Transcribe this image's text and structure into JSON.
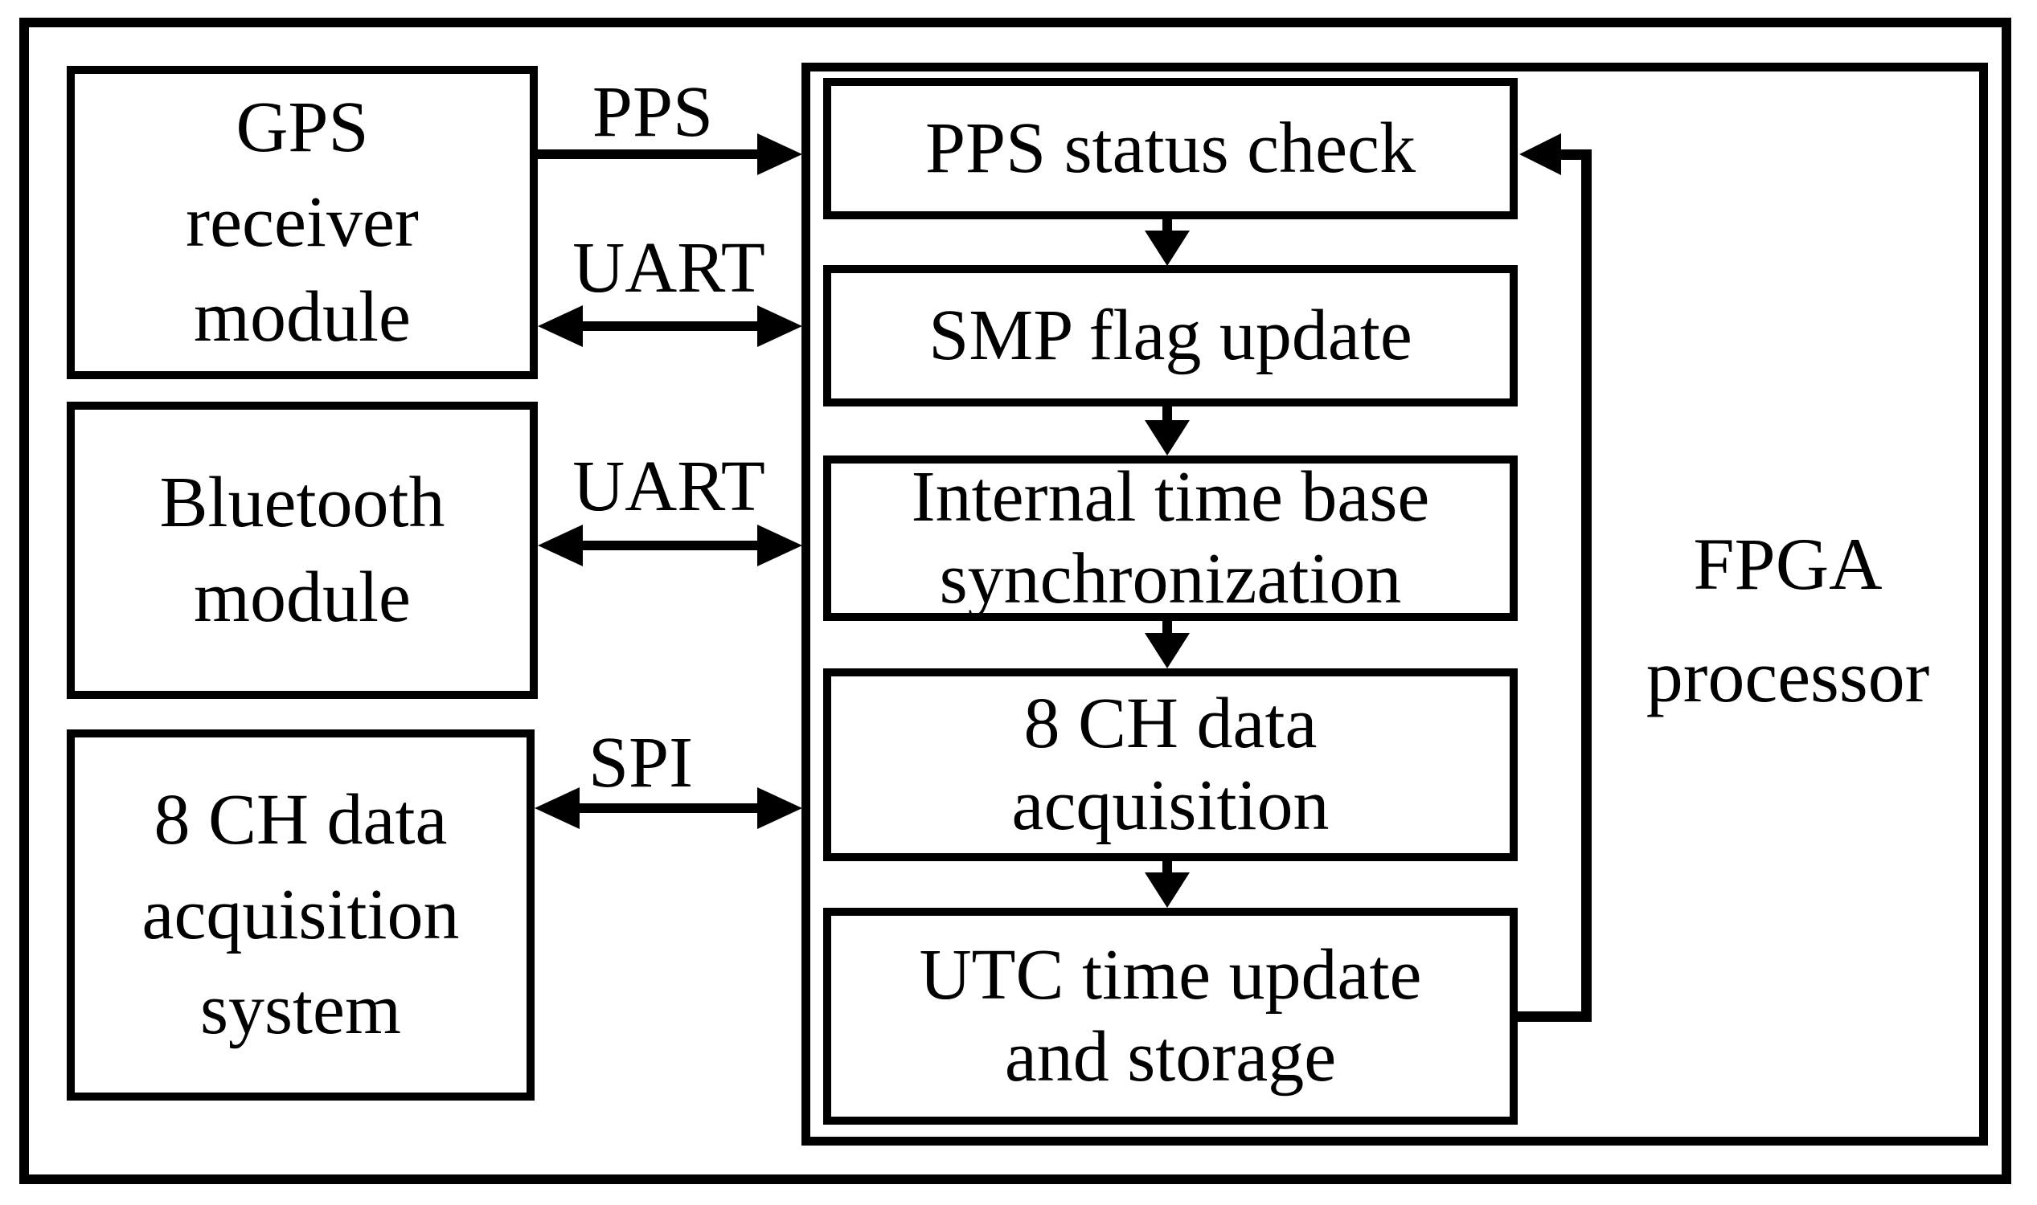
{
  "figure": {
    "type": "block-diagram",
    "background_color": "#ffffff",
    "ink_color": "#000000"
  },
  "external_modules": [
    {
      "id": "gps",
      "label": "GPS\nreceiver\nmodule"
    },
    {
      "id": "bluetooth",
      "label": "Bluetooth\nmodule"
    },
    {
      "id": "daq_system",
      "label": "8 CH data\nacquisition\nsystem"
    }
  ],
  "fpga": {
    "label": "FPGA\nprocessor",
    "steps": [
      {
        "id": "pps_status_check",
        "label": "PPS status check"
      },
      {
        "id": "smp_flag_update",
        "label": "SMP flag update"
      },
      {
        "id": "internal_time_base_sync",
        "label": "Internal time base\nsynchronization"
      },
      {
        "id": "ch8_data_acquisition",
        "label": "8 CH data\nacquisition"
      },
      {
        "id": "utc_time_update_storage",
        "label": "UTC time update\nand storage"
      }
    ],
    "feedback": {
      "from": "utc_time_update_storage",
      "to": "pps_status_check"
    }
  },
  "buses": [
    {
      "label": "PPS",
      "from": "gps",
      "to": "pps_status_check",
      "direction": "one-way"
    },
    {
      "label": "UART",
      "from": "gps",
      "to": "smp_flag_update",
      "direction": "bidirectional"
    },
    {
      "label": "UART",
      "from": "bluetooth",
      "to": "internal_time_base_sync",
      "direction": "bidirectional"
    },
    {
      "label": "SPI",
      "from": "daq_system",
      "to": "ch8_data_acquisition",
      "direction": "bidirectional"
    }
  ]
}
